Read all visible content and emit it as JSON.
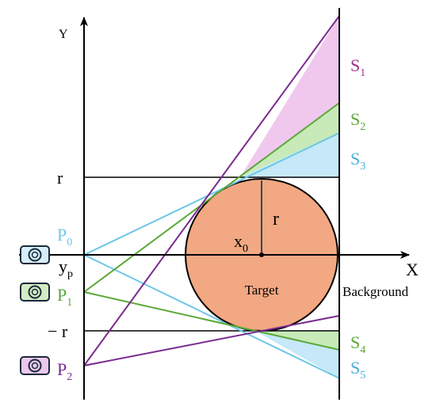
{
  "axes": {
    "x_label": "X",
    "y_label": "Y",
    "r_top_label": "r",
    "r_bottom_label": "− r",
    "yp_label_main": "y",
    "yp_label_sub": "p"
  },
  "target": {
    "label": "Target",
    "radius_label": "r",
    "center_label_main": "x",
    "center_label_sub": "0",
    "fill_color": "#f2a882"
  },
  "background_label": "Background",
  "cameras": [
    {
      "id": "P0",
      "label_main": "P",
      "label_sub": "0",
      "color": "#6ec6e6",
      "fill": "#d6eef9"
    },
    {
      "id": "P1",
      "label_main": "P",
      "label_sub": "1",
      "color": "#5aa838",
      "fill": "#d4ecc4"
    },
    {
      "id": "P2",
      "label_main": "P",
      "label_sub": "2",
      "color": "#7a2a90",
      "fill": "#ecc8ee"
    }
  ],
  "shadow_regions": [
    {
      "id": "S1",
      "label_main": "S",
      "label_sub": "1",
      "color": "#9b2f8a",
      "fill": "#f0c8ee"
    },
    {
      "id": "S2",
      "label_main": "S",
      "label_sub": "2",
      "color": "#5aa838",
      "fill": "#c8eab8"
    },
    {
      "id": "S3",
      "label_main": "S",
      "label_sub": "3",
      "color": "#4aaed6",
      "fill": "#c6e8f8"
    },
    {
      "id": "S4",
      "label_main": "S",
      "label_sub": "4",
      "color": "#5aa838",
      "fill": "#c8eab8"
    },
    {
      "id": "S5",
      "label_main": "S",
      "label_sub": "5",
      "color": "#4aaed6",
      "fill": "#c6e8f8"
    }
  ]
}
